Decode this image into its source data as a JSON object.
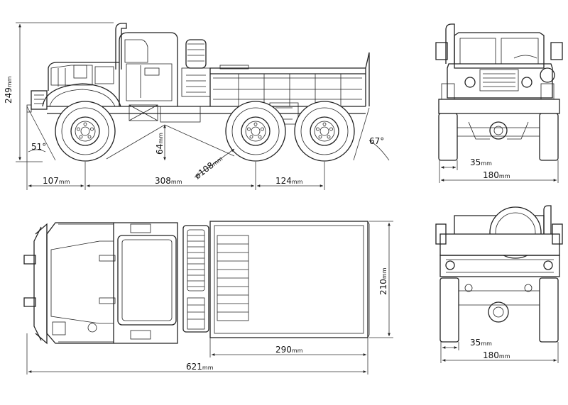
{
  "dimensions": {
    "height": {
      "value": "249",
      "unit": "mm"
    },
    "wheelbase_front": {
      "value": "107",
      "unit": "mm"
    },
    "wheelbase_mid": {
      "value": "308",
      "unit": "mm"
    },
    "wheelbase_rear": {
      "value": "124",
      "unit": "mm"
    },
    "ground_clearance": {
      "value": "64",
      "unit": "mm"
    },
    "wheel_diameter": {
      "value": "ø108",
      "unit": "mm"
    },
    "approach_angle": "51°",
    "departure_angle": "67°",
    "front_track": {
      "value": "35",
      "unit": "mm"
    },
    "front_width": {
      "value": "180",
      "unit": "mm"
    },
    "bed_width": {
      "value": "210",
      "unit": "mm"
    },
    "bed_length": {
      "value": "290",
      "unit": "mm"
    },
    "total_length": {
      "value": "621",
      "unit": "mm"
    },
    "rear_track": {
      "value": "35",
      "unit": "mm"
    },
    "rear_width": {
      "value": "180",
      "unit": "mm"
    }
  }
}
